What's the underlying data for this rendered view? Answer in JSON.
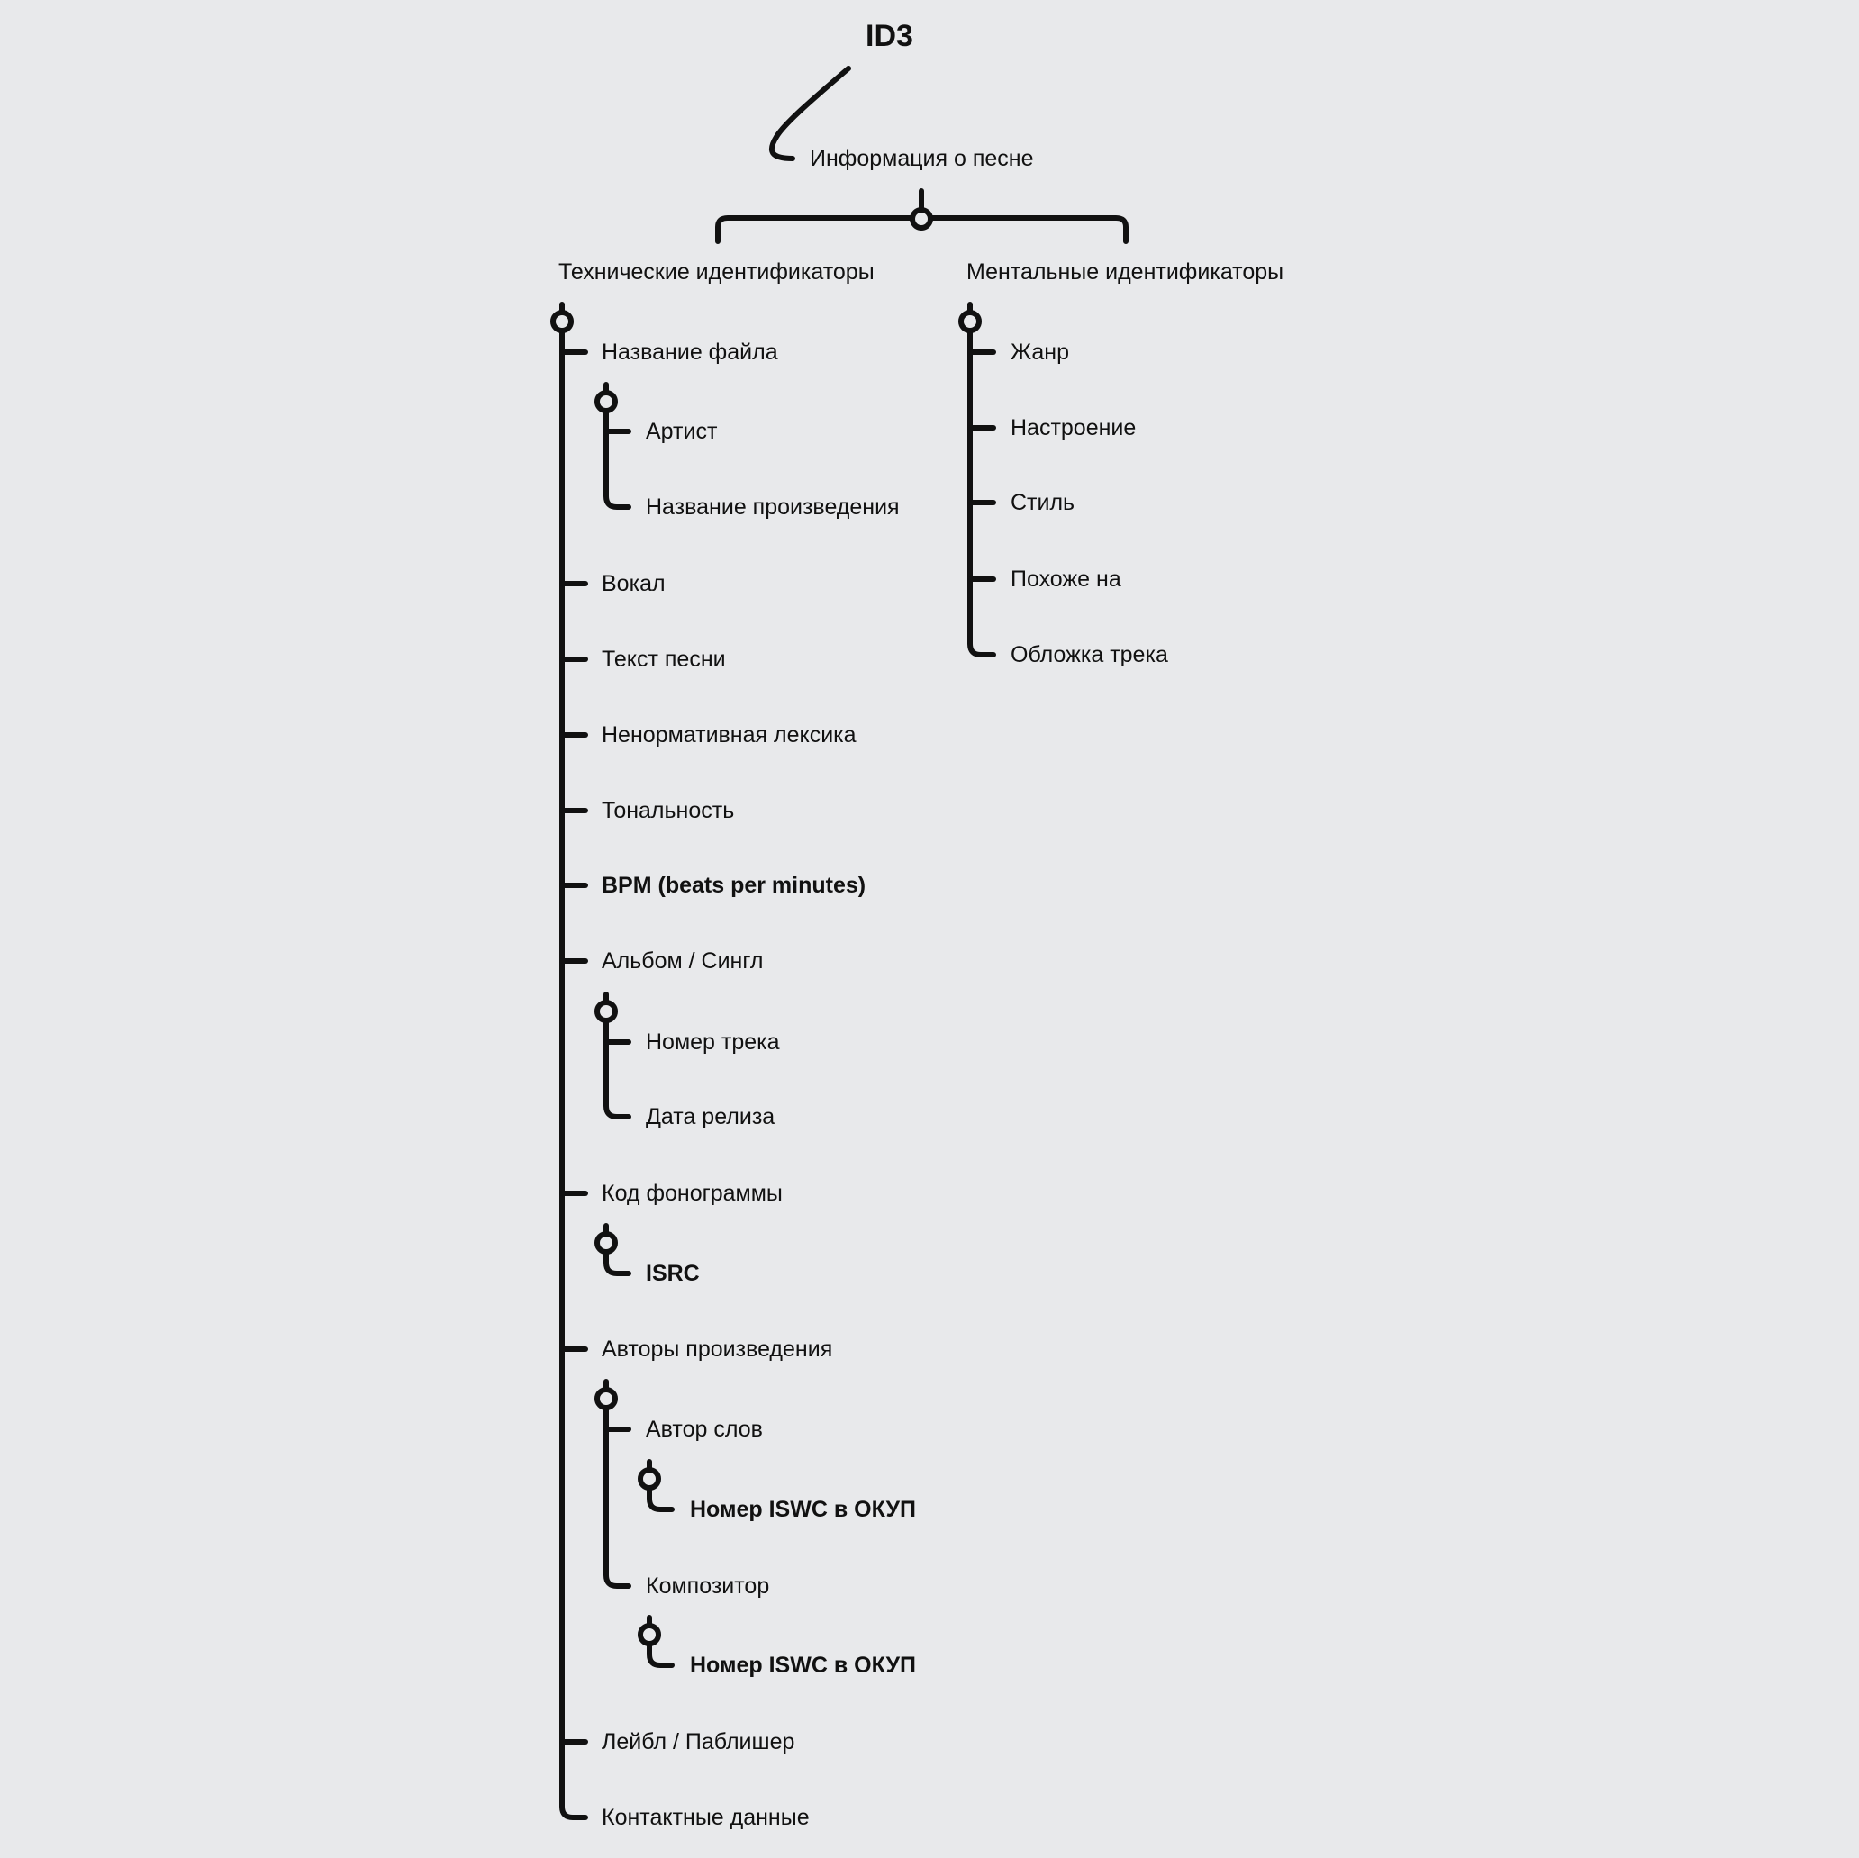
{
  "title": "ID3",
  "root": "Информация о песне",
  "technical": {
    "label": "Технические идентификаторы",
    "items": [
      "Название файла",
      "Артист",
      "Название произведения",
      "Вокал",
      "Текст песни",
      "Ненормативная лексика",
      "Тональность",
      "BPM (beats per minutes)",
      "Альбом / Сингл",
      "Номер трека",
      "Дата релиза",
      "Код фонограммы",
      "ISRC",
      "Авторы произведения",
      "Автор слов",
      "Номер ISWC в ОКУП",
      "Композитор",
      "Номер ISWC в ОКУП",
      "Лейбл / Паблишер",
      "Контактные данные"
    ]
  },
  "mental": {
    "label": "Ментальные идентификаторы",
    "items": [
      "Жанр",
      "Настроение",
      "Стиль",
      "Похоже на",
      "Обложка трека"
    ]
  },
  "colors": {
    "background": "#e8e9eb",
    "ink": "#111111"
  }
}
